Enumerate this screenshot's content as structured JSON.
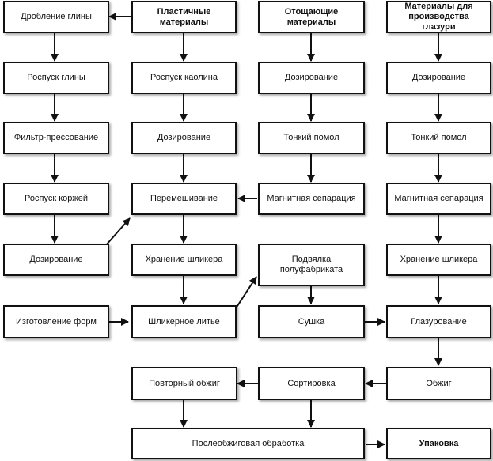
{
  "nodes": {
    "clay_crushing": "Дробление глины",
    "plastic_materials": "Пластичные\nматериалы",
    "thinning_materials": "Отощающие\nматериалы",
    "glaze_materials": "Материалы для\nпроизводства глазури",
    "clay_dissolution": "Роспуск глины",
    "kaolin_dissolution": "Роспуск каолина",
    "dosing_thinning": "Дозирование",
    "dosing_glaze": "Дозирование",
    "filter_pressing": "Фильтр-прессование",
    "dosing_plastic": "Дозирование",
    "fine_grinding_thinning": "Тонкий помол",
    "fine_grinding_glaze": "Тонкий помол",
    "cake_dissolution": "Роспуск коржей",
    "mixing": "Перемешивание",
    "magnetic_separation_thinning": "Магнитная сепарация",
    "magnetic_separation_glaze": "Магнитная сепарация",
    "dosing_clay_line": "Дозирование",
    "slip_storage_main": "Хранение шликера",
    "semi_product_drying": "Подвялка\nполуфабриката",
    "slip_storage_glaze": "Хранение шликера",
    "mold_making": "Изготовление форм",
    "slip_casting": "Шликерное литье",
    "drying": "Сушка",
    "glazing": "Глазурование",
    "re_firing": "Повторный обжиг",
    "sorting": "Сортировка",
    "firing": "Обжиг",
    "post_firing": "Послеобжиговая обработка",
    "packaging": "Упаковка"
  },
  "colors": {
    "border": "#111111",
    "arrow": "#111111",
    "background": "#ffffff"
  }
}
